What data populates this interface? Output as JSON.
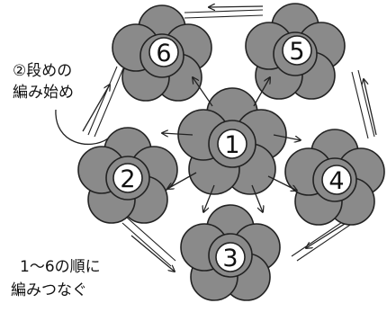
{
  "motifs": [
    {
      "number": "1"
    },
    {
      "number": "2"
    },
    {
      "number": "3"
    },
    {
      "number": "4"
    },
    {
      "number": "5"
    },
    {
      "number": "6"
    }
  ],
  "labels": {
    "start_round2_line1": "②段めの",
    "start_round2_line2": "編み始め",
    "join_order_line1": "1〜6の順に",
    "join_order_line2": "編みつなぐ"
  },
  "colors": {
    "petal_fill": "#8a8a8a",
    "outline": "#222222",
    "center_fill": "#ffffff",
    "background": "#ffffff"
  }
}
